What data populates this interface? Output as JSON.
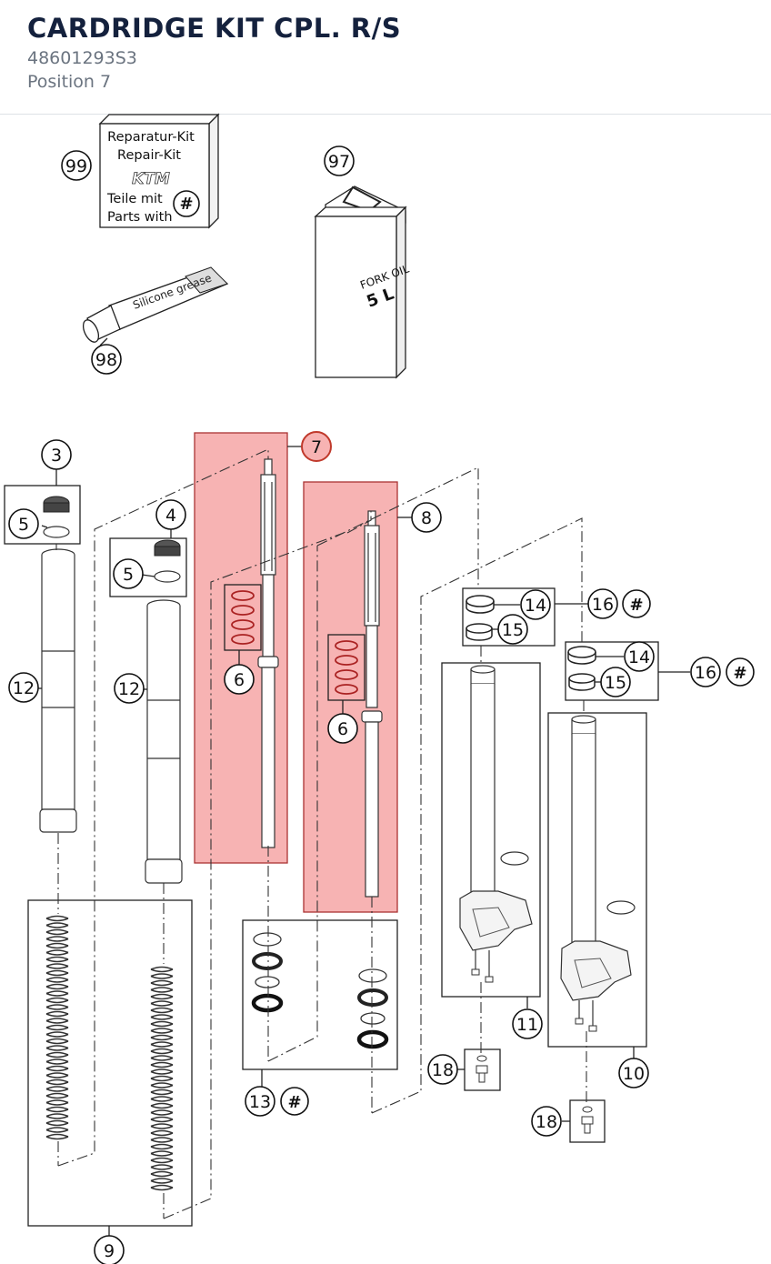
{
  "header": {
    "title": "CARDRIDGE KIT CPL. R/S",
    "part_number": "48601293S3",
    "position": "Position 7"
  },
  "diagram": {
    "highlight_color": "#f7b3b3",
    "highlight_border": "#c0392b",
    "repair_kit_box": {
      "line1": "Reparatur-Kit",
      "line2": "Repair-Kit",
      "brand": "KTM",
      "line3": "Teile mit",
      "line4": "Parts with",
      "hash": "#"
    },
    "fork_oil_can": {
      "line1": "FORK OIL",
      "line2": "5 L"
    },
    "grease_tube": {
      "line1": "Silicone grease"
    },
    "callouts": {
      "c99": "99",
      "c97": "97",
      "c98": "98",
      "c3": "3",
      "c5a": "5",
      "c4": "4",
      "c5b": "5",
      "c7": "7",
      "c8": "8",
      "c6a": "6",
      "c6b": "6",
      "c12a": "12",
      "c12b": "12",
      "c14a": "14",
      "c15a": "15",
      "c16a": "16",
      "h16a": "#",
      "c14b": "14",
      "c15b": "15",
      "c16b": "16",
      "h16b": "#",
      "c11": "11",
      "c10": "10",
      "c13": "13",
      "h13": "#",
      "c18a": "18",
      "c18b": "18",
      "c9": "9"
    }
  }
}
